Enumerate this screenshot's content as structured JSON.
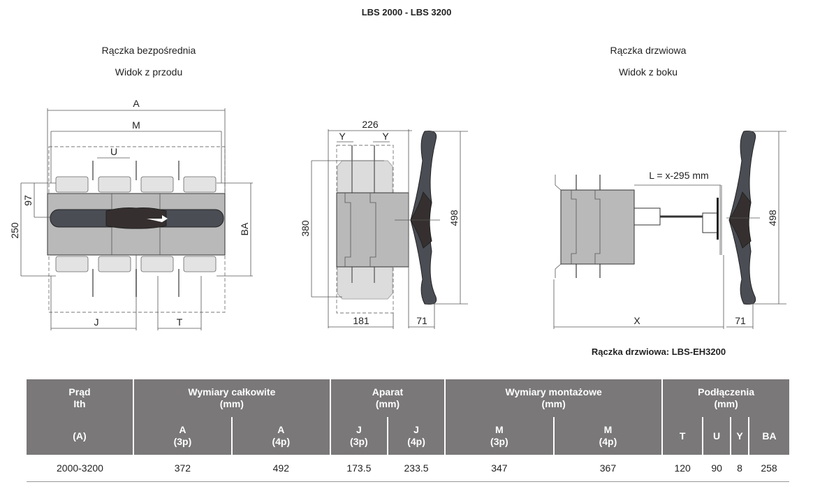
{
  "title": "LBS 2000 - LBS 3200",
  "left_view": {
    "heading1": "Rączka bezpośrednia",
    "heading2": "Widok z przodu",
    "dims": {
      "A": "A",
      "M": "M",
      "U": "U",
      "d97": "97",
      "d250": "250",
      "BA": "BA",
      "J": "J",
      "T": "T"
    }
  },
  "middle_view": {
    "dims": {
      "d226": "226",
      "Y1": "Y",
      "Y2": "Y",
      "d380": "380",
      "d498": "498",
      "d181": "181",
      "d71": "71"
    }
  },
  "right_view": {
    "heading1": "Rączka drzwiowa",
    "heading2": "Widok z boku",
    "dims": {
      "L": "L = x-295 mm",
      "d498": "498",
      "X": "X",
      "d71": "71"
    },
    "caption": "Rączka drzwiowa: LBS-EH3200"
  },
  "table": {
    "group_headers": [
      {
        "line1": "Prąd",
        "line2": "Ith"
      },
      {
        "line1": "Wymiary całkowite",
        "line2": "(mm)"
      },
      {
        "line1": "Aparat",
        "line2": "(mm)"
      },
      {
        "line1": "Wymiary montażowe",
        "line2": "(mm)"
      },
      {
        "line1": "Podłączenia",
        "line2": "(mm)"
      }
    ],
    "sub_headers": [
      {
        "l1": "(A)",
        "l2": ""
      },
      {
        "l1": "A",
        "l2": "(3p)"
      },
      {
        "l1": "A",
        "l2": "(4p)"
      },
      {
        "l1": "J",
        "l2": "(3p)"
      },
      {
        "l1": "J",
        "l2": "(4p)"
      },
      {
        "l1": "M",
        "l2": "(3p)"
      },
      {
        "l1": "M",
        "l2": "(4p)"
      },
      {
        "l1": "T",
        "l2": ""
      },
      {
        "l1": "U",
        "l2": ""
      },
      {
        "l1": "Y",
        "l2": ""
      },
      {
        "l1": "BA",
        "l2": ""
      }
    ],
    "rows": [
      [
        "2000-3200",
        "372",
        "492",
        "173.5",
        "233.5",
        "347",
        "367",
        "120",
        "90",
        "8",
        "258"
      ]
    ]
  }
}
